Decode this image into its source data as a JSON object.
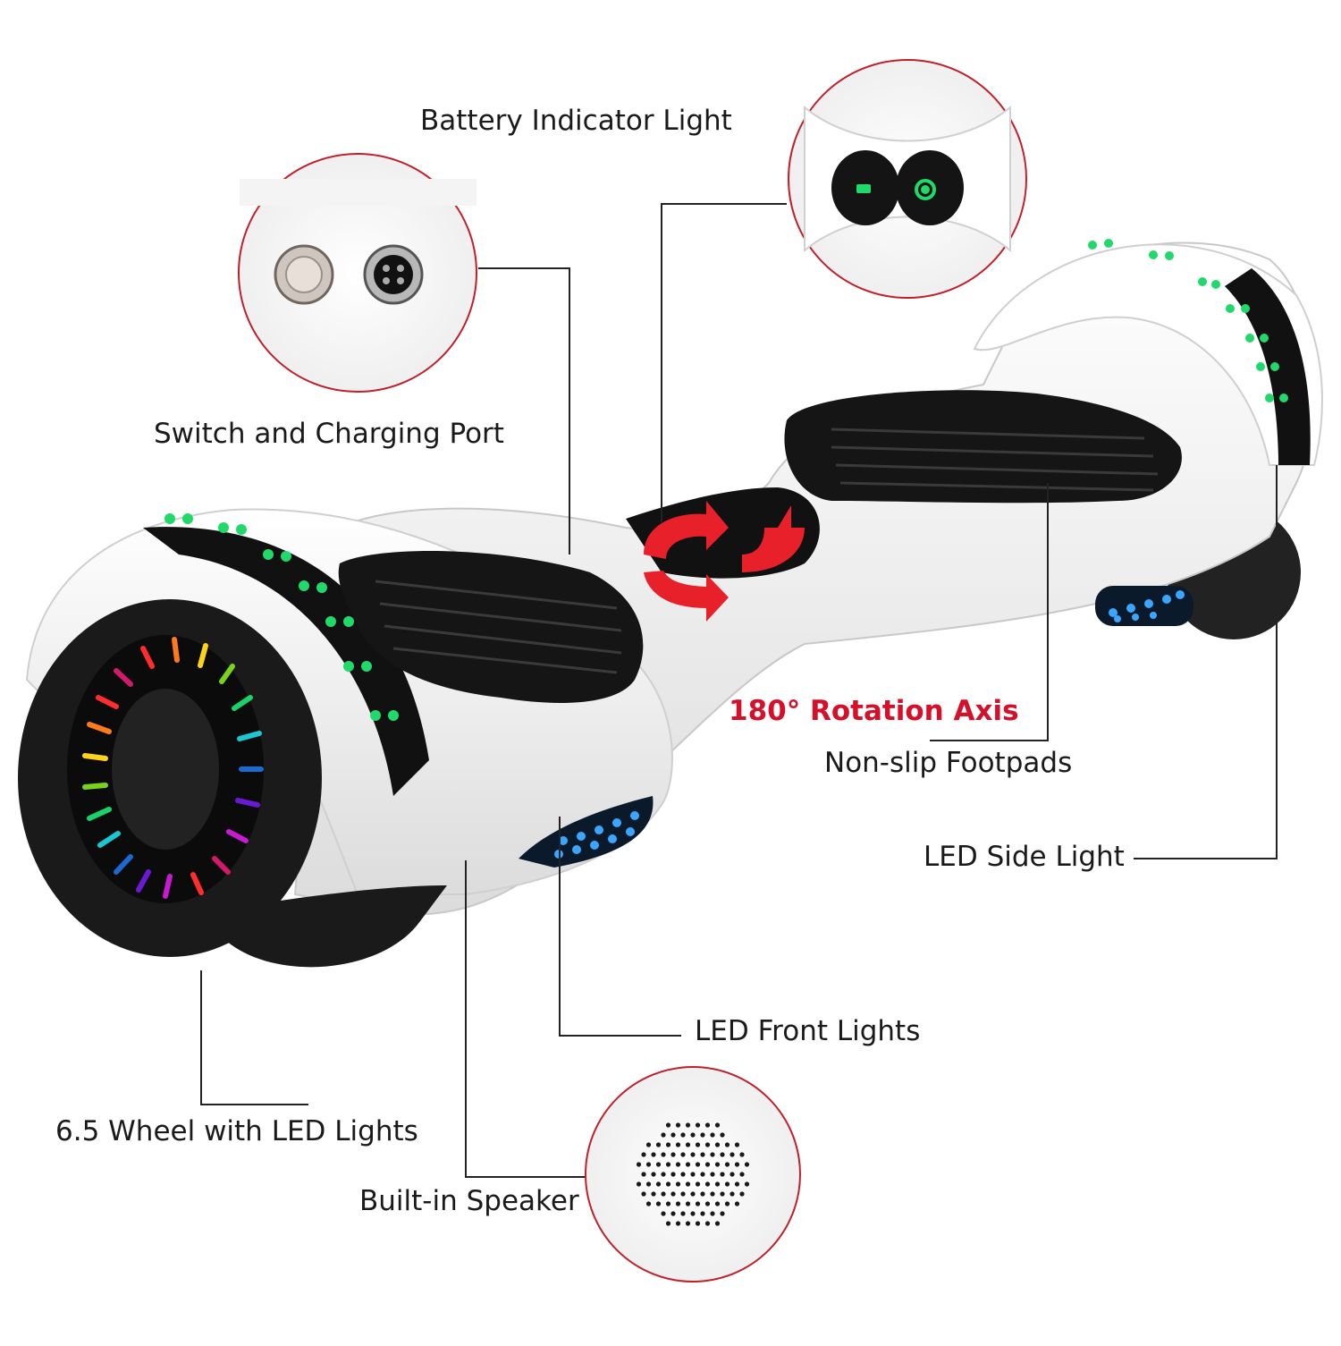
{
  "labels": {
    "battery_indicator": "Battery Indicator Light",
    "switch_charging": "Switch and Charging Port",
    "rotation_axis": "180° Rotation Axis",
    "footpads": "Non-slip Footpads",
    "side_light": "LED Side Light",
    "front_lights": "LED Front Lights",
    "wheel": "6.5 Wheel with LED Lights",
    "speaker": "Built-in Speaker"
  },
  "colors": {
    "accent_red": "#d4102a",
    "circle_border": "#c0202a",
    "led_green": "#21d96a",
    "led_blue": "#3aa6ff",
    "body_white": "#f2f2f2",
    "pad_black": "#151515",
    "leader_line": "#222222"
  },
  "icons": {
    "rotation": "rotation-arrows-icon",
    "power_switch": "power-switch-icon",
    "charging_port": "charging-port-icon",
    "speaker_grille": "speaker-grille-icon"
  }
}
